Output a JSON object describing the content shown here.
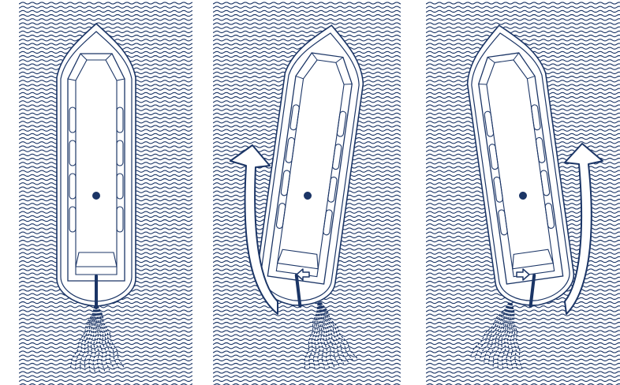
{
  "colors": {
    "ink": "#1b3566",
    "background": "#ffffff",
    "boat_fill": "#ffffff"
  },
  "panels": [
    {
      "name": "straight",
      "rudder": "centered",
      "stern_arrow": "none",
      "flow_arrow": "none",
      "wake": "straight",
      "boat_tilt_deg": 0
    },
    {
      "name": "turn-left",
      "rudder": "deflected",
      "stern_arrow": "left",
      "flow_arrow": "left-curving-up",
      "wake": "angled",
      "boat_tilt_deg": 8
    },
    {
      "name": "turn-right",
      "rudder": "deflected",
      "stern_arrow": "right",
      "flow_arrow": "right-curving-up",
      "wake": "angled",
      "boat_tilt_deg": -8
    }
  ]
}
